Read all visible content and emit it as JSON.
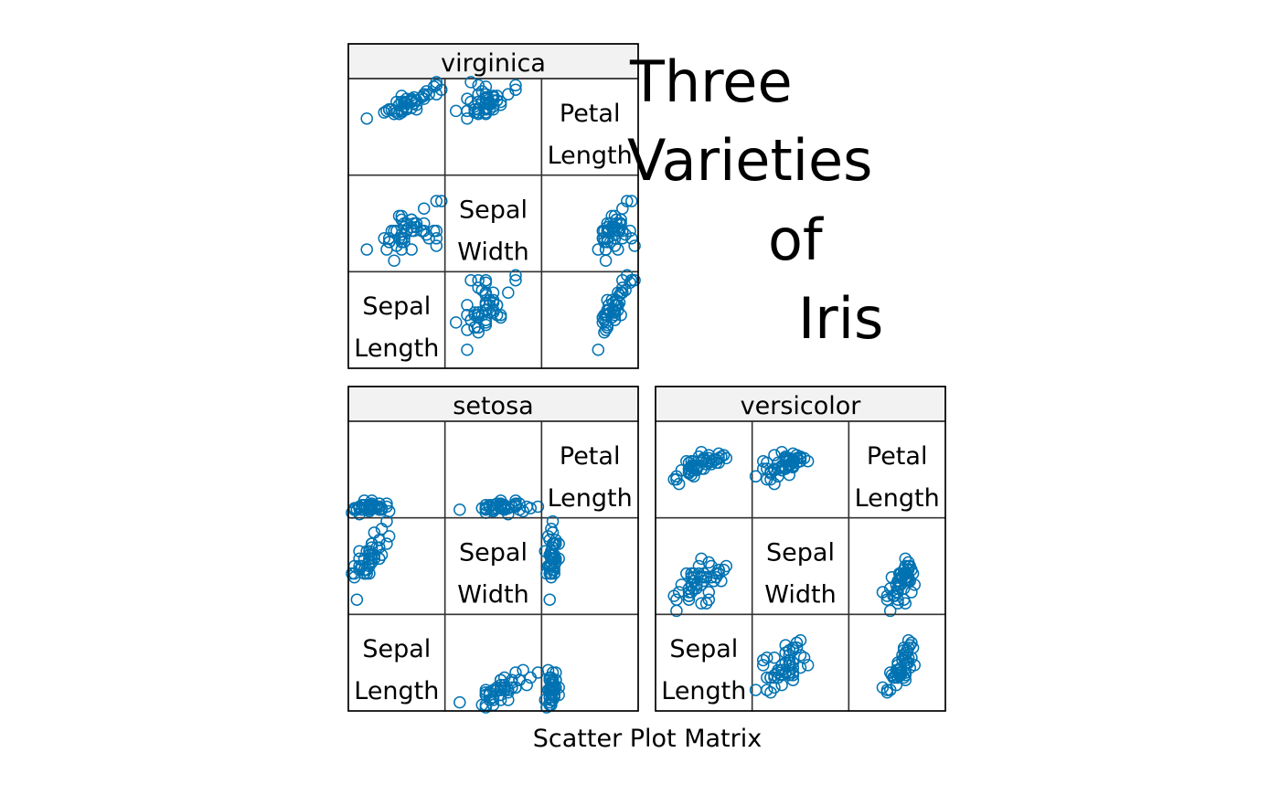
{
  "chart_data": {
    "type": "scatter",
    "subtype": "scatter-plot-matrix",
    "title": [
      "Three",
      "Varieties",
      "of",
      "Iris"
    ],
    "xlabel": "Scatter Plot Matrix",
    "point_color": "#0072B2",
    "strip_color": "#F2F2F2",
    "variables": [
      {
        "key": "SL",
        "label": [
          "Sepal",
          "Length"
        ],
        "range": [
          4.3,
          7.9
        ]
      },
      {
        "key": "SW",
        "label": [
          "Sepal",
          "Width"
        ],
        "range": [
          2.0,
          4.4
        ]
      },
      {
        "key": "PL",
        "label": [
          "Petal",
          "Length"
        ],
        "range": [
          1.0,
          6.9
        ]
      }
    ],
    "panels": [
      {
        "species": "virginica",
        "data": [
          [
            6.3,
            3.3,
            6.0
          ],
          [
            5.8,
            2.7,
            5.1
          ],
          [
            7.1,
            3.0,
            5.9
          ],
          [
            6.3,
            2.9,
            5.6
          ],
          [
            6.5,
            3.0,
            5.8
          ],
          [
            7.6,
            3.0,
            6.6
          ],
          [
            4.9,
            2.5,
            4.5
          ],
          [
            7.3,
            2.9,
            6.3
          ],
          [
            6.7,
            2.5,
            5.8
          ],
          [
            7.2,
            3.6,
            6.1
          ],
          [
            6.5,
            3.2,
            5.1
          ],
          [
            6.4,
            2.7,
            5.3
          ],
          [
            6.8,
            3.0,
            5.5
          ],
          [
            5.7,
            2.5,
            5.0
          ],
          [
            5.8,
            2.8,
            5.1
          ],
          [
            6.4,
            3.2,
            5.3
          ],
          [
            6.5,
            3.0,
            5.5
          ],
          [
            7.7,
            3.8,
            6.7
          ],
          [
            7.7,
            2.6,
            6.9
          ],
          [
            6.0,
            2.2,
            5.0
          ],
          [
            6.9,
            3.2,
            5.7
          ],
          [
            5.6,
            2.8,
            4.9
          ],
          [
            7.7,
            2.8,
            6.7
          ],
          [
            6.3,
            2.7,
            4.9
          ],
          [
            6.7,
            3.3,
            5.7
          ],
          [
            7.2,
            3.2,
            6.0
          ],
          [
            6.2,
            2.8,
            4.8
          ],
          [
            6.1,
            3.0,
            4.9
          ],
          [
            6.4,
            2.8,
            5.6
          ],
          [
            7.2,
            3.0,
            5.8
          ],
          [
            7.4,
            2.8,
            6.1
          ],
          [
            7.9,
            3.8,
            6.4
          ],
          [
            6.4,
            2.8,
            5.6
          ],
          [
            6.3,
            2.8,
            5.1
          ],
          [
            6.1,
            2.6,
            5.6
          ],
          [
            7.7,
            3.0,
            6.1
          ],
          [
            6.3,
            3.4,
            5.6
          ],
          [
            6.4,
            3.1,
            5.5
          ],
          [
            6.0,
            3.0,
            4.8
          ],
          [
            6.9,
            3.1,
            5.4
          ],
          [
            6.7,
            3.1,
            5.6
          ],
          [
            6.9,
            3.1,
            5.1
          ],
          [
            5.8,
            2.7,
            5.1
          ],
          [
            6.8,
            3.2,
            5.9
          ],
          [
            6.7,
            3.3,
            5.7
          ],
          [
            6.7,
            3.0,
            5.2
          ],
          [
            6.3,
            2.5,
            5.0
          ],
          [
            6.5,
            3.0,
            5.2
          ],
          [
            6.2,
            3.4,
            5.4
          ],
          [
            5.9,
            3.0,
            5.1
          ]
        ]
      },
      {
        "species": "setosa",
        "data": [
          [
            5.1,
            3.5,
            1.4
          ],
          [
            4.9,
            3.0,
            1.4
          ],
          [
            4.7,
            3.2,
            1.3
          ],
          [
            4.6,
            3.1,
            1.5
          ],
          [
            5.0,
            3.6,
            1.4
          ],
          [
            5.4,
            3.9,
            1.7
          ],
          [
            4.6,
            3.4,
            1.4
          ],
          [
            5.0,
            3.4,
            1.5
          ],
          [
            4.4,
            2.9,
            1.4
          ],
          [
            4.9,
            3.1,
            1.5
          ],
          [
            5.4,
            3.7,
            1.5
          ],
          [
            4.8,
            3.4,
            1.6
          ],
          [
            4.8,
            3.0,
            1.4
          ],
          [
            4.3,
            3.0,
            1.1
          ],
          [
            5.8,
            4.0,
            1.2
          ],
          [
            5.7,
            4.4,
            1.5
          ],
          [
            5.4,
            3.9,
            1.3
          ],
          [
            5.1,
            3.5,
            1.4
          ],
          [
            5.7,
            3.8,
            1.7
          ],
          [
            5.1,
            3.8,
            1.5
          ],
          [
            5.4,
            3.4,
            1.7
          ],
          [
            5.1,
            3.7,
            1.5
          ],
          [
            4.6,
            3.6,
            1.0
          ],
          [
            5.1,
            3.3,
            1.7
          ],
          [
            4.8,
            3.4,
            1.9
          ],
          [
            5.0,
            3.0,
            1.6
          ],
          [
            5.0,
            3.4,
            1.6
          ],
          [
            5.2,
            3.5,
            1.5
          ],
          [
            5.2,
            3.4,
            1.4
          ],
          [
            4.7,
            3.2,
            1.6
          ],
          [
            4.8,
            3.1,
            1.6
          ],
          [
            5.4,
            3.4,
            1.5
          ],
          [
            5.2,
            4.1,
            1.5
          ],
          [
            5.5,
            4.2,
            1.4
          ],
          [
            4.9,
            3.1,
            1.5
          ],
          [
            5.0,
            3.2,
            1.2
          ],
          [
            5.5,
            3.5,
            1.3
          ],
          [
            4.9,
            3.6,
            1.4
          ],
          [
            4.4,
            3.0,
            1.3
          ],
          [
            5.1,
            3.4,
            1.5
          ],
          [
            5.0,
            3.5,
            1.3
          ],
          [
            4.5,
            2.3,
            1.3
          ],
          [
            4.4,
            3.2,
            1.3
          ],
          [
            5.0,
            3.5,
            1.6
          ],
          [
            5.1,
            3.8,
            1.9
          ],
          [
            4.8,
            3.0,
            1.4
          ],
          [
            5.1,
            3.8,
            1.6
          ],
          [
            4.6,
            3.2,
            1.4
          ],
          [
            5.3,
            3.7,
            1.5
          ],
          [
            5.0,
            3.3,
            1.4
          ]
        ]
      },
      {
        "species": "versicolor",
        "data": [
          [
            7.0,
            3.2,
            4.7
          ],
          [
            6.4,
            3.2,
            4.5
          ],
          [
            6.9,
            3.1,
            4.9
          ],
          [
            5.5,
            2.3,
            4.0
          ],
          [
            6.5,
            2.8,
            4.6
          ],
          [
            5.7,
            2.8,
            4.5
          ],
          [
            6.3,
            3.3,
            4.7
          ],
          [
            4.9,
            2.4,
            3.3
          ],
          [
            6.6,
            2.9,
            4.6
          ],
          [
            5.2,
            2.7,
            3.9
          ],
          [
            5.0,
            2.0,
            3.5
          ],
          [
            5.9,
            3.0,
            4.2
          ],
          [
            6.0,
            2.2,
            4.0
          ],
          [
            6.1,
            2.9,
            4.7
          ],
          [
            5.6,
            2.9,
            3.6
          ],
          [
            6.7,
            3.1,
            4.4
          ],
          [
            5.6,
            3.0,
            4.5
          ],
          [
            5.8,
            2.7,
            4.1
          ],
          [
            6.2,
            2.2,
            4.5
          ],
          [
            5.6,
            2.5,
            3.9
          ],
          [
            5.9,
            3.2,
            4.8
          ],
          [
            6.1,
            2.8,
            4.0
          ],
          [
            6.3,
            2.5,
            4.9
          ],
          [
            6.1,
            2.8,
            4.7
          ],
          [
            6.4,
            2.9,
            4.3
          ],
          [
            6.6,
            3.0,
            4.4
          ],
          [
            6.8,
            2.8,
            4.8
          ],
          [
            6.7,
            3.0,
            5.0
          ],
          [
            6.0,
            2.9,
            4.5
          ],
          [
            5.7,
            2.6,
            3.5
          ],
          [
            5.5,
            2.4,
            3.8
          ],
          [
            5.5,
            2.4,
            3.7
          ],
          [
            5.8,
            2.7,
            3.9
          ],
          [
            6.0,
            2.7,
            5.1
          ],
          [
            5.4,
            3.0,
            4.5
          ],
          [
            6.0,
            3.4,
            4.5
          ],
          [
            6.7,
            3.1,
            4.7
          ],
          [
            6.3,
            2.3,
            4.4
          ],
          [
            5.6,
            3.0,
            4.1
          ],
          [
            5.5,
            2.5,
            4.0
          ],
          [
            5.5,
            2.6,
            4.4
          ],
          [
            6.1,
            3.0,
            4.6
          ],
          [
            5.8,
            2.6,
            4.0
          ],
          [
            5.0,
            2.3,
            3.3
          ],
          [
            5.6,
            2.7,
            4.2
          ],
          [
            5.7,
            3.0,
            4.2
          ],
          [
            5.7,
            2.9,
            4.2
          ],
          [
            6.2,
            2.9,
            4.3
          ],
          [
            5.1,
            2.5,
            3.0
          ],
          [
            5.7,
            2.8,
            4.1
          ]
        ]
      }
    ]
  }
}
